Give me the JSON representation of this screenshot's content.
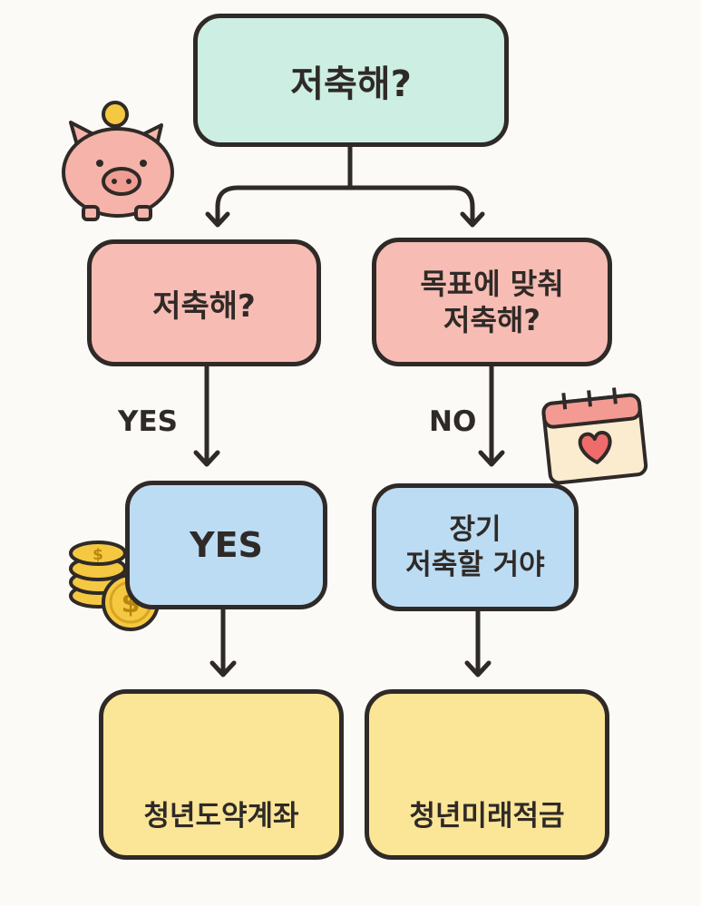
{
  "nodes": {
    "root": "저축해?",
    "left_question": "저축해?",
    "right_question_line1": "목표에 맞춰",
    "right_question_line2": "저축해?",
    "yes_box": "YES",
    "long_term_line1": "장기",
    "long_term_line2": "저축할 거야",
    "result_left": "청년도약계좌",
    "result_right": "청년미래적금"
  },
  "edge_labels": {
    "left": "YES",
    "right": "NO"
  },
  "icons": {
    "piggy": "piggy-bank-icon",
    "calendar": "calendar-heart-icon",
    "coins": "coin-stack-icon",
    "briefcase": "briefcase-icon",
    "dollar_coin": "dollar-coin-icon"
  },
  "colors": {
    "root": "#cdeee2",
    "question": "#f7bcb4",
    "answer": "#bcdcf3",
    "result": "#fbe597",
    "outline": "#2f2a27"
  }
}
